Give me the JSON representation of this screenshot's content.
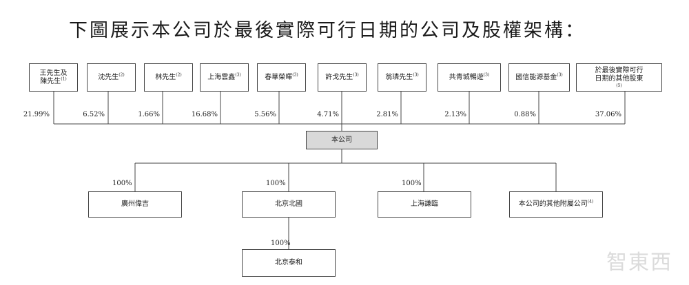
{
  "title": "下圖展示本公司於最後實際可行日期的公司及股權架構：",
  "shareholders": [
    {
      "name": "王先生及\n陳先生",
      "note": "(1)",
      "pct": "21.99%"
    },
    {
      "name": "沈先生",
      "note": "(2)",
      "pct": "6.52%"
    },
    {
      "name": "林先生",
      "note": "(2)",
      "pct": "1.66%"
    },
    {
      "name": "上海雲鑫",
      "note": "(3)",
      "pct": "16.68%"
    },
    {
      "name": "春華榮暉",
      "note": "(3)",
      "pct": "5.56%"
    },
    {
      "name": "許戈先生",
      "note": "(3)",
      "pct": "4.71%"
    },
    {
      "name": "翁璘先生",
      "note": "(3)",
      "pct": "2.81%"
    },
    {
      "name": "共青城暢遊",
      "note": "(3)",
      "pct": "2.13%"
    },
    {
      "name": "國信能源基金",
      "note": "(3)",
      "pct": "0.88%"
    },
    {
      "name": "於最後實際可行\n日期的其他股東",
      "note": "(5)",
      "pct": "37.06%"
    }
  ],
  "company": {
    "name": "本公司"
  },
  "subsidiaries": [
    {
      "name": "廣州偉吉",
      "note": "",
      "pct": "100%"
    },
    {
      "name": "北京北國",
      "note": "",
      "pct": "100%"
    },
    {
      "name": "上海謙臨",
      "note": "",
      "pct": "100%"
    },
    {
      "name": "本公司的其他附屬公司",
      "note": "(4)",
      "pct": ""
    }
  ],
  "sub_subsidiary": {
    "name": "北京泰和",
    "pct": "100%"
  },
  "watermark": "智東西"
}
